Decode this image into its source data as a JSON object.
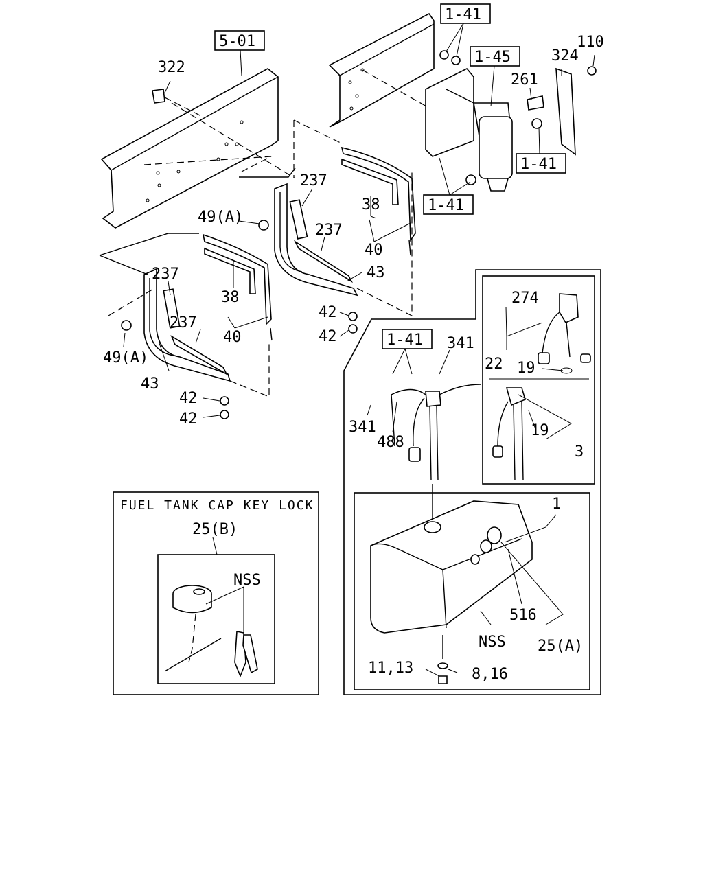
{
  "refs": {
    "r501": "5-01",
    "r141_top": "1-41",
    "r145": "1-45",
    "r141_right": "1-41",
    "r141_mid": "1-41",
    "r141_tank": "1-41"
  },
  "labels": {
    "p322": "322",
    "p110": "110",
    "p324": "324",
    "p261": "261",
    "p237_a": "237",
    "p38_a": "38",
    "p237_b": "237",
    "p40_a": "40",
    "p43_a": "43",
    "p49a_a": "49(A)",
    "p237_c": "237",
    "p38_b": "38",
    "p237_d": "237",
    "p40_b": "40",
    "p49a_b": "49(A)",
    "p43_b": "43",
    "p42_a": "42",
    "p42_b": "42",
    "p42_c": "42",
    "p42_d": "42",
    "p341_a": "341",
    "p341_b": "341",
    "p488": "488",
    "p274": "274",
    "p22": "22",
    "p19_a": "19",
    "p19_b": "19",
    "p3": "3",
    "p1": "1",
    "p516": "516",
    "nss_tank": "NSS",
    "p25a": "25(A)",
    "p1113": "11,13",
    "p816": "8,16",
    "p25b": "25(B)",
    "nss_key": "NSS"
  },
  "inset": {
    "title": "FUEL TANK CAP KEY LOCK"
  }
}
